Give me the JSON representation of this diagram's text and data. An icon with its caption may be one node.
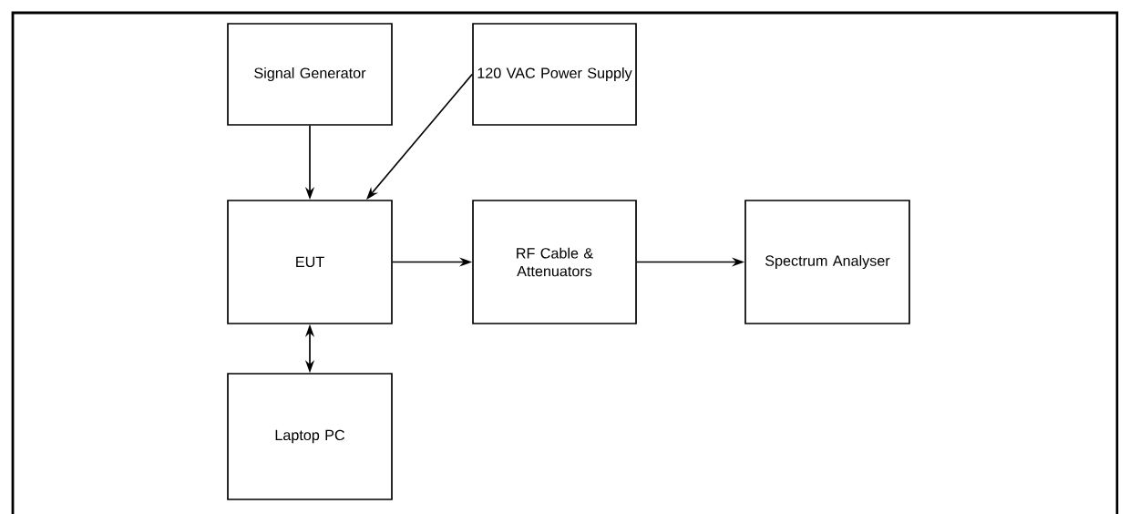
{
  "diagram": {
    "nodes": [
      {
        "text": [
          "Signal Generator"
        ]
      },
      {
        "text": [
          "120 VAC Power Supply"
        ]
      },
      {
        "text": [
          "EUT"
        ]
      },
      {
        "text": [
          "RF Cable & Attenuators"
        ]
      },
      {
        "text": [
          "Spectrum Analyser"
        ]
      },
      {
        "text": [
          "Laptop PC"
        ]
      }
    ],
    "edges": [
      {
        "from": 0,
        "to": 2,
        "arrow": "to"
      },
      {
        "from": 1,
        "to": 2,
        "arrow": "to"
      },
      {
        "from": 2,
        "to": 3,
        "arrow": "to"
      },
      {
        "from": 3,
        "to": 4,
        "arrow": "to"
      },
      {
        "from": 2,
        "to": 5,
        "arrow": "both"
      }
    ]
  }
}
